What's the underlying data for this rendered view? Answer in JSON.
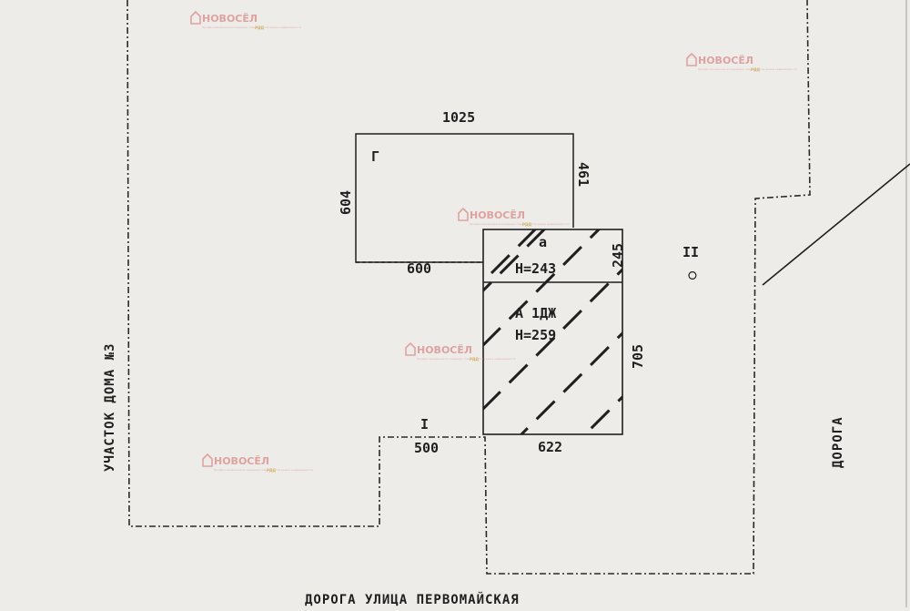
{
  "plan": {
    "outbuilding_letter": "Г",
    "outbuilding_top": "1025",
    "outbuilding_left": "604",
    "outbuilding_right": "461",
    "outbuilding_bottom": "600",
    "extension_letter": "а",
    "extension_height": "Н=243",
    "extension_side": "245",
    "house_label": "А 1ДЖ",
    "house_height": "Н=259",
    "house_side": "705",
    "house_bottom": "622",
    "lot_one": "I",
    "lot_one_width": "500",
    "lot_two": "II",
    "lot_two_mark": "○"
  },
  "roads": {
    "left": "УЧАСТОК ДОМА №3",
    "right": "ДОРОГА",
    "bottom": "ДОРОГА УЛИЦА ПЕРВОМАЙСКАЯ"
  },
  "watermark": {
    "name": "НОВОСЁЛ",
    "subtitle": "Профессиональная ассоциация специалистов рынка недвижимости",
    "badge": "РДД"
  },
  "colors": {
    "paper": "#eeece8",
    "ink": "#1f1f1f",
    "watermark": "#d98a8a"
  }
}
